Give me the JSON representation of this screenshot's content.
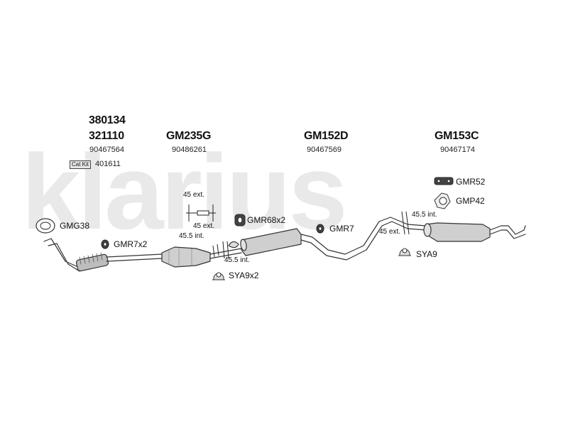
{
  "watermark": "klarius",
  "columns": [
    {
      "codes": [
        "380134",
        "321110"
      ],
      "ref": "90467564"
    },
    {
      "codes": [
        "GM235G"
      ],
      "ref": "90486261"
    },
    {
      "codes": [
        "GM152D"
      ],
      "ref": "90467569"
    },
    {
      "codes": [
        "GM153C"
      ],
      "ref": "90467174"
    }
  ],
  "cat_kit": {
    "badge": "Cat Kit",
    "number": "401611"
  },
  "parts": {
    "gmg38": "GMG38",
    "gmr7x2": "GMR7x2",
    "gmr68x2": "GMR68x2",
    "gmr7": "GMR7",
    "gmr52": "GMR52",
    "gmp42": "GMP42",
    "sya9x2": "SYA9x2",
    "sya9": "SYA9"
  },
  "dimensions": {
    "d1": "45 ext.",
    "d2": "45 ext.",
    "d3": "45.5 int.",
    "d4": "45.5 int.",
    "d5": "45.5 int.",
    "d6": "45 ext."
  },
  "colors": {
    "line": "#333333",
    "watermark": "#e9e9e9",
    "fill": "#bdbdbd",
    "dark": "#555555"
  }
}
